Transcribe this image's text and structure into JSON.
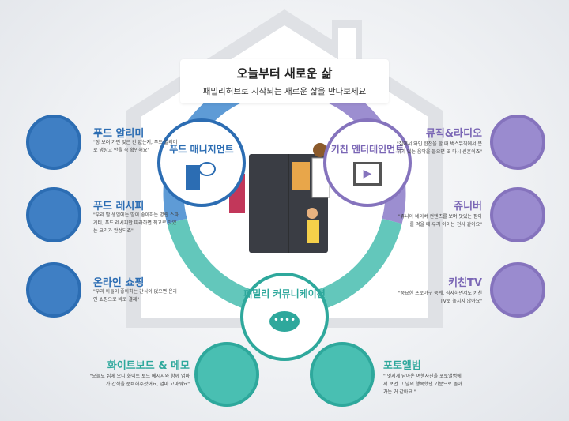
{
  "header": {
    "title": "오늘부터 새로운 삶",
    "subtitle": "패밀리허브로 시작되는 새로운 삶을 만나보세요"
  },
  "categories": {
    "food": {
      "label": "푸드 매니지먼트",
      "color": "#2c6db3",
      "icon": "fridge-chat-icon"
    },
    "kitchen": {
      "label": "키친 엔터테인먼트",
      "color": "#8573bd",
      "icon": "video-play-icon"
    },
    "family": {
      "label": "패밀리 커뮤니케이션",
      "color": "#2ea89c",
      "icon": "speech-bubbles-icon"
    }
  },
  "features": [
    {
      "title": "푸드 알리미",
      "quote": "\"장 보러 가면 잊은 건 없는지, 푸드 알리미로 냉장고 안을 꼭 확인해요\""
    },
    {
      "title": "푸드 레시피",
      "quote": "\"우리 딸 생일에는 딸이 좋아하는 명란 스파게티, 푸드 레시피만 따라하면 최고로 맛있는 요리가 완성되죠\""
    },
    {
      "title": "온라인 쇼핑",
      "quote": "\"우리 아들이 좋아하는 간식이 없으면 온라인 쇼핑으로 바로 결제\""
    },
    {
      "title": "뮤직&라디오",
      "quote": "\"집에서 와인 한잔을 할 때 벅스뮤직에서 분위기 있는 음악을 들으면 또 다시 신혼이죠\""
    },
    {
      "title": "쥬니버",
      "quote": "\"쥬니어 네이버 컨텐츠를 보며 맛있는 짬아를 먹을 때 우리 아이는 천사 같아요\""
    },
    {
      "title": "키친TV",
      "quote": "\"중요한 프로야구 중계, 식사하면서도 키친TV로 놓치지 않아요\""
    },
    {
      "title": "화이트보드 & 메모",
      "quote": "\"오늘도 집에 오니 화이트 보드 메시지와 함께 엄마가 간식을 준비해주셨어요, 엄마 고마워요\""
    },
    {
      "title": "포토앨범",
      "quote": "\" 멋지게 담아온 여행사진을 포토앨범에서 보면 그 날의 행복했던 기분으로 돌아가는 거 같아요 \""
    }
  ]
}
